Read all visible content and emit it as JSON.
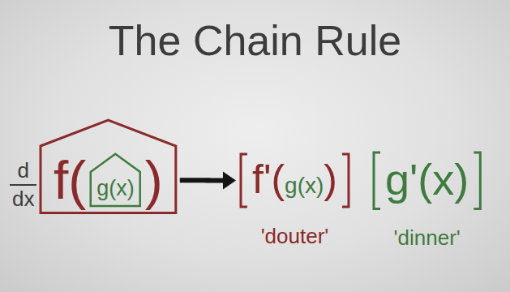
{
  "diagram": {
    "title": "The Chain Rule",
    "nodes": [
      {
        "text": [
          "f(",
          ")"
        ]
      },
      {
        "text": [
          "g(x)"
        ],
        "in": 0
      },
      {
        "text": [
          "f'(",
          "g(x)",
          ")",
          "'douter'"
        ]
      },
      {
        "text": [
          "g'(x)",
          "'dinner'"
        ]
      }
    ],
    "edges": [
      {
        "from": 0,
        "to": 2,
        "arrow": "to"
      }
    ],
    "labels": [
      "d",
      "dx"
    ]
  }
}
